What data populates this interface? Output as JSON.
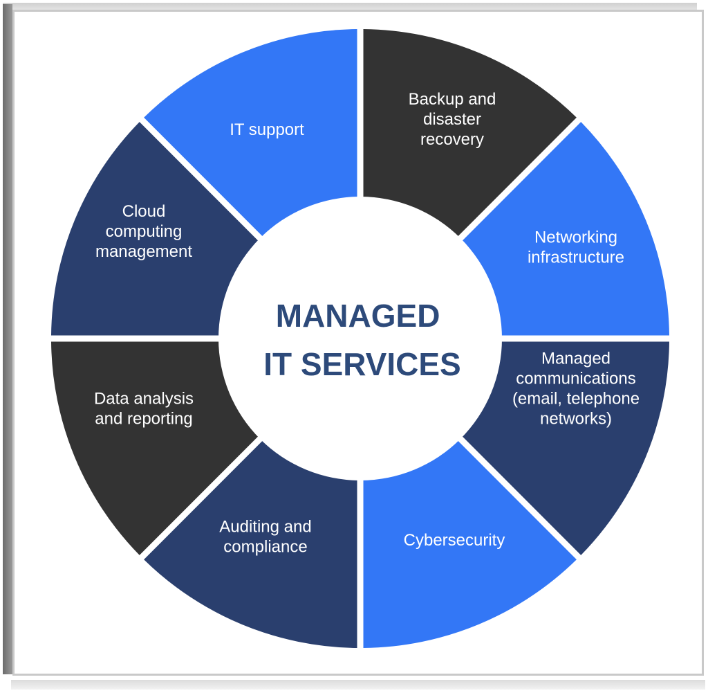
{
  "diagram": {
    "center_title": [
      "MANAGED",
      "IT SERVICES"
    ],
    "segments": [
      {
        "id": "backup",
        "label": [
          "Backup and",
          "disaster",
          "recovery"
        ],
        "color": "#333333"
      },
      {
        "id": "networking",
        "label": [
          "Networking",
          "infrastructure"
        ],
        "color": "#3377f6"
      },
      {
        "id": "communications",
        "label": [
          "Managed",
          "communications",
          "(email, telephone",
          "networks)"
        ],
        "color": "#2a3f6e"
      },
      {
        "id": "cybersecurity",
        "label": [
          "Cybersecurity"
        ],
        "color": "#3377f6"
      },
      {
        "id": "auditing",
        "label": [
          "Auditing and",
          "compliance"
        ],
        "color": "#2a3f6e"
      },
      {
        "id": "data-analysis",
        "label": [
          "Data analysis",
          "and reporting"
        ],
        "color": "#333333"
      },
      {
        "id": "cloud",
        "label": [
          "Cloud",
          "computing",
          "management"
        ],
        "color": "#2a3f6e"
      },
      {
        "id": "it-support",
        "label": [
          "IT support"
        ],
        "color": "#3377f6"
      }
    ],
    "colors": {
      "center_text": "#2d4a7a",
      "segment_text": "#ffffff"
    }
  }
}
